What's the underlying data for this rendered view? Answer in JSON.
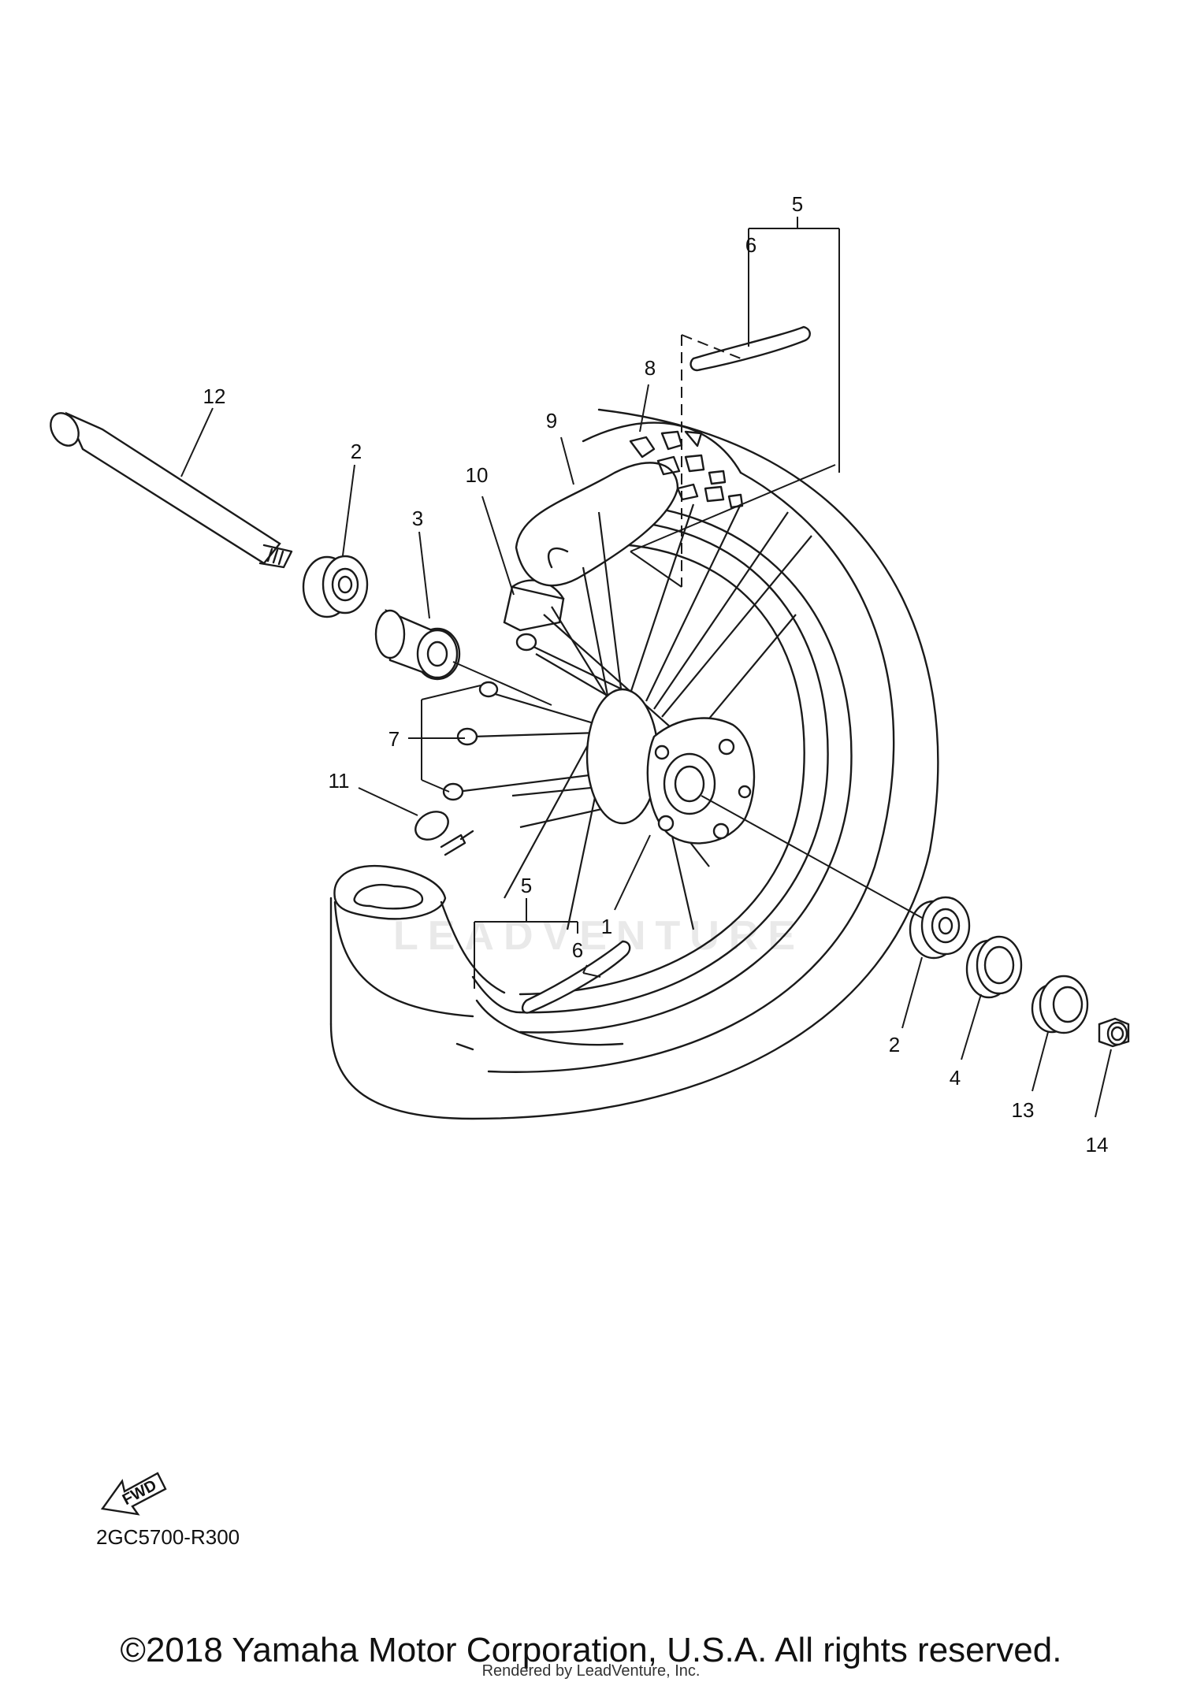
{
  "diagram": {
    "callouts": [
      "1",
      "2",
      "2",
      "3",
      "4",
      "5",
      "5",
      "6",
      "6",
      "7",
      "8",
      "9",
      "10",
      "11",
      "12",
      "13",
      "14"
    ],
    "watermark": "LEADVENTURE",
    "fwd_label": "FWD",
    "drawing_code": "2GC5700-R300"
  },
  "footer": {
    "copyright": "©2018 Yamaha Motor Corporation, U.S.A. All rights reserved.",
    "rendered_by": "Rendered by LeadVenture, Inc."
  }
}
